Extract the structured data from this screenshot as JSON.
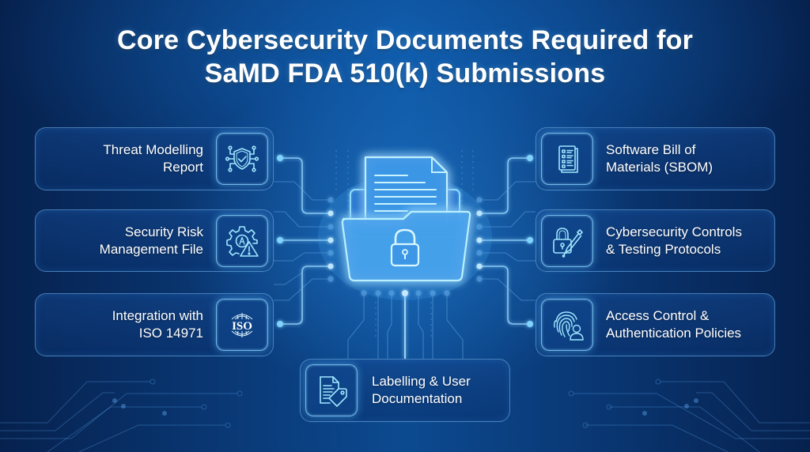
{
  "title": {
    "line1": "Core Cybersecurity Documents Required for",
    "line2": "SaMD FDA 510(k) Submissions"
  },
  "colors": {
    "background_dark": "#06214e",
    "background_mid": "#0c4a90",
    "glow": "#5fc4ff",
    "text": "#ffffff"
  },
  "center": {
    "icon": "locked-folder-document-icon"
  },
  "cards": {
    "threat_modelling": {
      "line1": "Threat Modelling",
      "line2": "Report",
      "icon": "shield-check-circuit-icon"
    },
    "security_risk": {
      "line1": "Security Risk",
      "line2": "Management File",
      "icon": "gear-warning-icon"
    },
    "iso_integration": {
      "line1": "Integration with",
      "line2": "ISO 14971",
      "icon": "iso-globe-icon",
      "icon_text": "ISO"
    },
    "sbom": {
      "line1": "Software Bill of",
      "line2": "Materials (SBOM)",
      "icon": "checklist-document-icon"
    },
    "controls_testing": {
      "line1": "Cybersecurity Controls",
      "line2": "& Testing Protocols",
      "icon": "lock-pen-icon"
    },
    "access_control": {
      "line1": "Access Control &",
      "line2": "Authentication Policies",
      "icon": "fingerprint-user-icon"
    },
    "labelling": {
      "line1": "Labelling & User",
      "line2": "Documentation",
      "icon": "document-tag-icon"
    }
  }
}
